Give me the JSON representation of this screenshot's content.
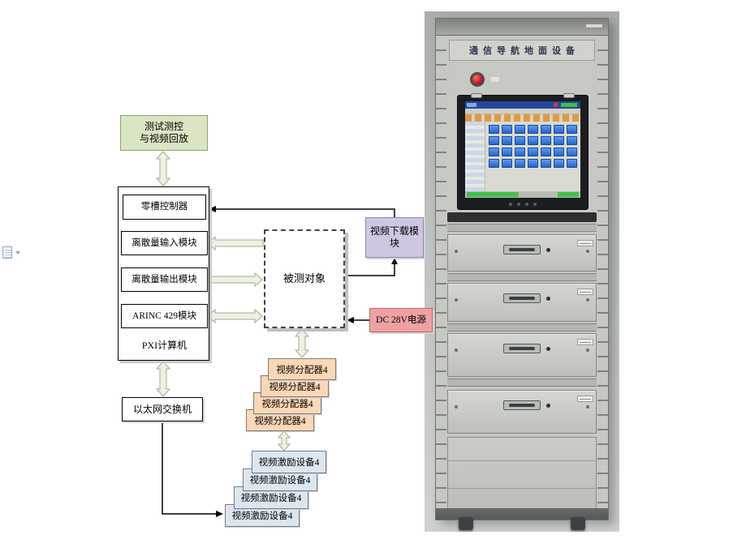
{
  "diagram": {
    "test_control": {
      "line1": "测试测控",
      "line2": "与视频回放"
    },
    "chassis": {
      "controller": "零槽控制器",
      "discrete_in": "离散量输入模块",
      "discrete_out": "离散量输出模块",
      "arinc": "ARINC 429模块",
      "pxi": "PXI计算机"
    },
    "dut": "被测对象",
    "video_download": "视频下载模块",
    "dc_power": "DC 28V电源",
    "distributor": "视频分配器4",
    "ethernet": "以太网交换机",
    "exciter": "视频激励设备4",
    "colors": {
      "test_control_fill": "#d9e5c3",
      "video_download_fill": "#cfc6e2",
      "dc_power_fill": "#f0a1a1",
      "distributor_fill": "#fbd7b5",
      "exciter_fill": "#dce6f1",
      "arrow_fill": "#ecf1e3",
      "arrow_stroke": "#9fae8e"
    }
  },
  "photo": {
    "rack_title": "通信导航地面设备"
  }
}
